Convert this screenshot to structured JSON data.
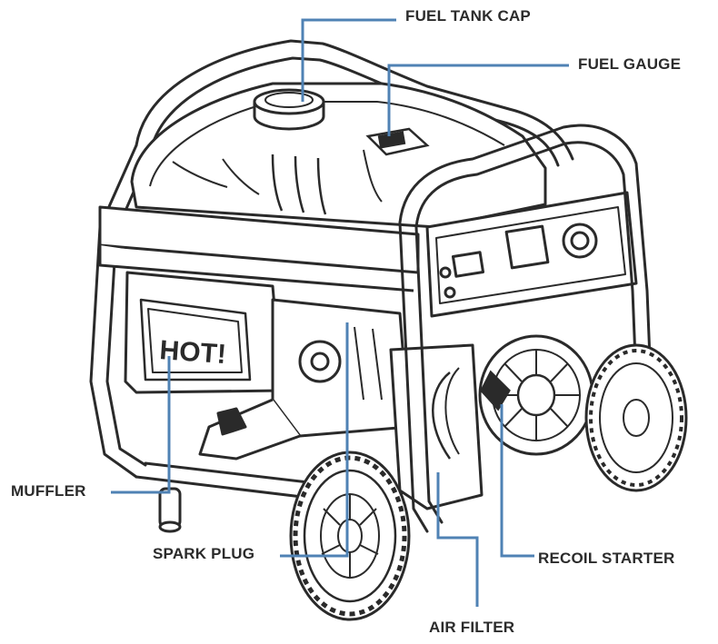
{
  "labels": {
    "fuel_tank_cap": "FUEL TANK CAP",
    "fuel_gauge": "FUEL GAUGE",
    "muffler": "MUFFLER",
    "spark_plug": "SPARK PLUG",
    "recoil_starter": "RECOIL STARTER",
    "air_filter": "AIR FILTER"
  },
  "muffler_sticker": "HOT!",
  "colors": {
    "leader_line": "#4f82b4",
    "outline": "#2a2a2a",
    "label_text": "#2b2b2b",
    "background": "#ffffff"
  }
}
